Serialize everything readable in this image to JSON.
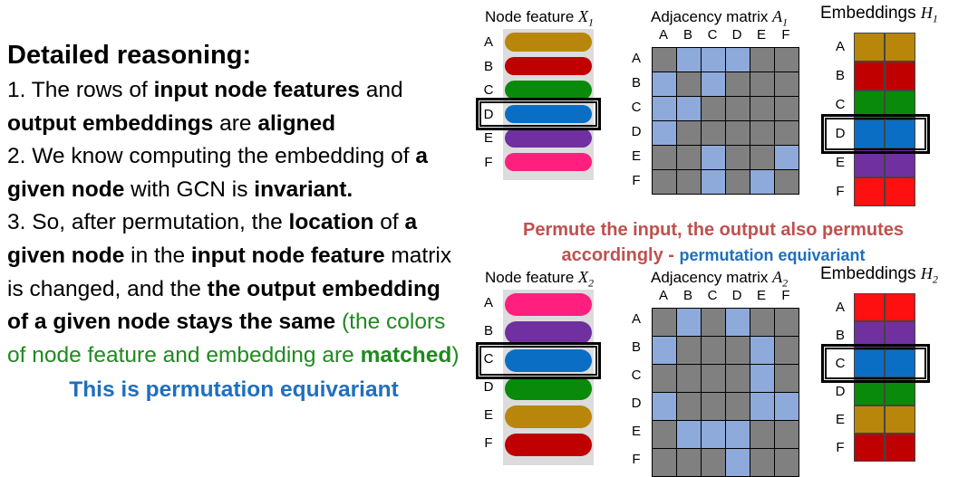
{
  "left": {
    "heading": "Detailed reasoning:",
    "p1_a": "1. The rows of ",
    "p1_b": "input node features",
    "p1_c": " and ",
    "p1_d": "output embeddings",
    "p1_e": " are ",
    "p1_f": "aligned",
    "p2_a": "2. We know computing the embedding of ",
    "p2_b": "a given node",
    "p2_c": " with GCN is ",
    "p2_d": "invariant.",
    "p3_a": "3. So, after permutation, the ",
    "p3_b": "location",
    "p3_c": " of ",
    "p3_d": "a given node",
    "p3_e": " in the ",
    "p3_f": "input node feature",
    "p3_g": " matrix is changed, and the ",
    "p3_h": "the output embedding of a given node stays the same",
    "p3_i": " (the colors of node feature and embedding are ",
    "p3_j": "matched",
    "p3_k": ")",
    "conclusion": "This is permutation equivariant"
  },
  "middle": {
    "line1": "Permute the input, the output also permutes",
    "line2": "accordingly",
    "dash": " - ",
    "equivariant": "permutation equivariant"
  },
  "colors": {
    "brown": "#b8860b",
    "red": "#c00000",
    "green": "#0a8a0a",
    "blue": "#0a6fc4",
    "purple": "#7030a0",
    "pink": "#ff1f7f",
    "bright_red": "#ff1010",
    "adj_on": "#8eaadb",
    "adj_off": "#808080"
  },
  "top": {
    "feature_title": "Node feature ",
    "feature_math": "X",
    "feature_sub": "1",
    "adj_title": "Adjacency matrix ",
    "adj_math": "A",
    "adj_sub": "1",
    "emb_title": "Embeddings ",
    "emb_math": "H",
    "emb_sub": "1",
    "row_labels": [
      "A",
      "B",
      "C",
      "D",
      "E",
      "F"
    ],
    "col_labels": [
      "A",
      "B",
      "C",
      "D",
      "E",
      "F"
    ],
    "feature_colors": [
      "brown",
      "red",
      "green",
      "blue",
      "purple",
      "pink"
    ],
    "emb_colors": [
      "brown",
      "red",
      "green",
      "blue",
      "purple",
      "bright_red"
    ],
    "adjacency": [
      [
        0,
        1,
        1,
        1,
        0,
        0
      ],
      [
        1,
        0,
        1,
        0,
        0,
        0
      ],
      [
        1,
        1,
        0,
        0,
        0,
        0
      ],
      [
        1,
        0,
        0,
        0,
        0,
        0
      ],
      [
        0,
        0,
        1,
        0,
        0,
        1
      ],
      [
        0,
        0,
        1,
        0,
        1,
        0
      ]
    ],
    "selected_row": 3
  },
  "bottom": {
    "feature_title": "Node feature ",
    "feature_math": "X",
    "feature_sub": "2",
    "adj_title": "Adjacency matrix ",
    "adj_math": "A",
    "adj_sub": "2",
    "emb_title": "Embeddings ",
    "emb_math": "H",
    "emb_sub": "2",
    "row_labels": [
      "A",
      "B",
      "C",
      "D",
      "E",
      "F"
    ],
    "col_labels": [
      "A",
      "B",
      "C",
      "D",
      "E",
      "F"
    ],
    "feature_colors": [
      "pink",
      "purple",
      "blue",
      "green",
      "brown",
      "red"
    ],
    "emb_colors": [
      "bright_red",
      "purple",
      "blue",
      "green",
      "brown",
      "red"
    ],
    "adjacency": [
      [
        0,
        1,
        0,
        1,
        0,
        0
      ],
      [
        1,
        0,
        0,
        0,
        1,
        0
      ],
      [
        0,
        0,
        0,
        0,
        1,
        0
      ],
      [
        1,
        0,
        0,
        0,
        1,
        1
      ],
      [
        0,
        1,
        1,
        1,
        0,
        0
      ],
      [
        0,
        0,
        0,
        1,
        0,
        0
      ]
    ],
    "selected_row": 2
  }
}
